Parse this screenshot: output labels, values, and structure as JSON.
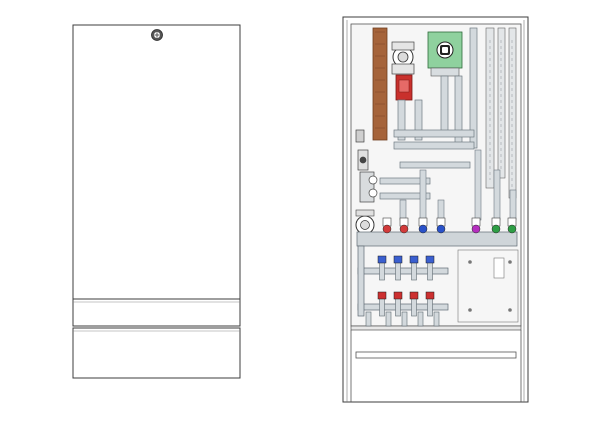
{
  "views": {
    "front": {
      "name": "closed-cabinet-front-view"
    },
    "open": {
      "name": "open-cabinet-internal-view"
    }
  },
  "colors": {
    "outline": "#3c3c3c",
    "background": "#ffffff",
    "panel": "#f4f4f4",
    "pipe": "#b9c2c8",
    "pipe_dark": "#7e8a92",
    "wood": "#a5633a",
    "pump_red": "#c9302c",
    "pump_green": "#8fd19e",
    "valve_red": "#d23b3b",
    "valve_blue": "#2a52c9",
    "valve_purple": "#b52fbf",
    "valve_green": "#2e9e45",
    "manifold_blue": "#3a5fd0",
    "manifold_red": "#cc3030"
  },
  "icons": {
    "front_logo": "manufacturer-logo-icon",
    "pump": "circulation-pump-icon"
  },
  "valves": [
    {
      "color_key": "valve_red"
    },
    {
      "color_key": "valve_red"
    },
    {
      "color_key": "valve_blue"
    },
    {
      "color_key": "valve_blue"
    },
    {
      "color_key": "valve_purple"
    },
    {
      "color_key": "valve_green"
    },
    {
      "color_key": "valve_green"
    }
  ],
  "manifold_supply_ports": 4,
  "manifold_return_ports": 4
}
